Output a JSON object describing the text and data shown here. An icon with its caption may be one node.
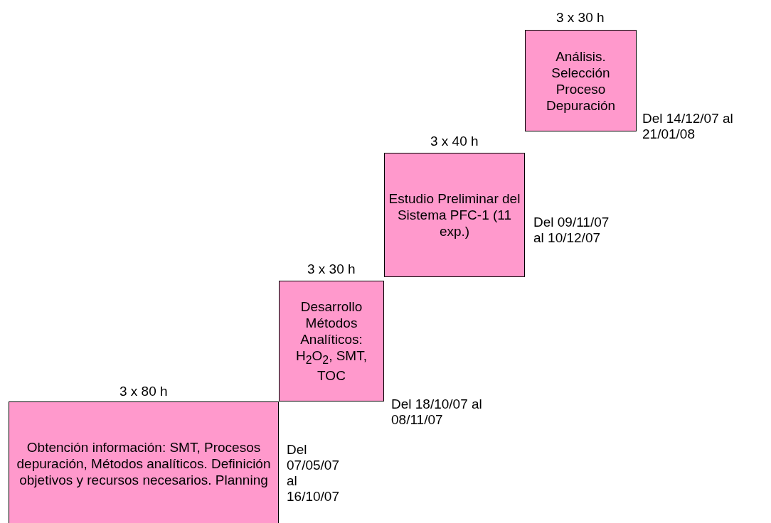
{
  "diagram": {
    "nodes": [
      {
        "text": [
          "Obtención información: SMT, Procesos depuración, Métodos analíticos. Definición objetivos y recursos necesarios. Planning"
        ],
        "beside": [
          "3 x 80 h",
          "Del 07/05/07 al 16/10/07"
        ]
      },
      {
        "text": [
          "Desarrollo Métodos Analíticos: H$_{2}$O$_{2}$, SMT, TOC"
        ],
        "beside": [
          "3 x 30 h",
          "Del 18/10/07 al 08/11/07"
        ]
      },
      {
        "text": [
          "Estudio Preliminar del Sistema PFC-1 (11 exp.)"
        ],
        "beside": [
          "3 x 40 h",
          "Del 09/11/07 al 10/12/07"
        ]
      },
      {
        "text": [
          "Análisis. Selección Proceso Depuración"
        ],
        "beside": [
          "3 x 30 h",
          "Del 14/12/07 al 21/01/08"
        ]
      }
    ]
  }
}
